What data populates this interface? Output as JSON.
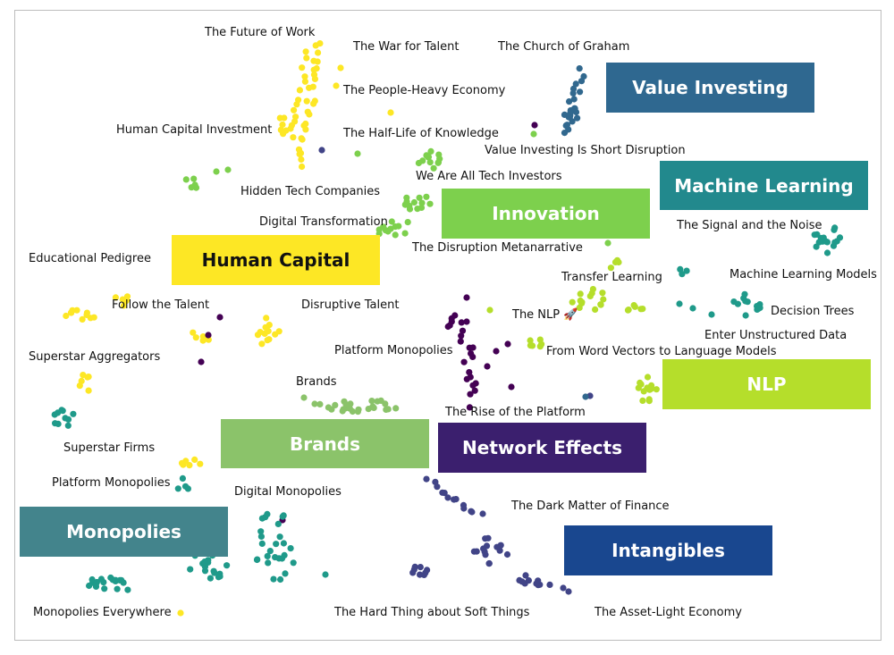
{
  "colors": {
    "value_investing": "#2f6890",
    "machine_learning": "#22898d",
    "innovation": "#7dd04d",
    "human_capital": "#fde725",
    "nlp": "#b5de2b",
    "brands": "#8bc36a",
    "network_effects": "#3b1f6e",
    "monopolies": "#43848c",
    "intangibles": "#19478f",
    "teal": "#1f9a8a",
    "purple": "#440154",
    "indigo": "#414487",
    "navy": "#31688e"
  },
  "chart_data": {
    "type": "scatter",
    "title": "",
    "xlabel": "",
    "ylabel": "",
    "grid": false,
    "legend": "none",
    "clusters": [
      {
        "key": "value_investing",
        "label": "Value Investing"
      },
      {
        "key": "machine_learning",
        "label": "Machine Learning"
      },
      {
        "key": "innovation",
        "label": "Innovation"
      },
      {
        "key": "human_capital",
        "label": "Human Capital"
      },
      {
        "key": "nlp",
        "label": "NLP"
      },
      {
        "key": "brands",
        "label": "Brands"
      },
      {
        "key": "network_effects",
        "label": "Network Effects"
      },
      {
        "key": "monopolies",
        "label": "Monopolies"
      },
      {
        "key": "intangibles",
        "label": "Intangibles"
      }
    ],
    "annotations": [
      "The Future of Work",
      "The War for Talent",
      "The Church of Graham",
      "The People-Heavy Economy",
      "Human Capital Investment",
      "The Half-Life of Knowledge",
      "Value Investing Is Short Disruption",
      "We Are All Tech Investors",
      "Hidden Tech Companies",
      "Digital Transformation",
      "The Signal and the Noise",
      "The Disruption Metanarrative",
      "Educational Pedigree",
      "Transfer Learning",
      "Machine Learning Models",
      "Follow the Talent",
      "Disruptive Talent",
      "Decision Trees",
      "The NLP 🚀",
      "Enter Unstructured Data",
      "Platform Monopolies",
      "From Word Vectors to Language Models",
      "Superstar Aggregators",
      "Brands",
      "The Rise of the Platform",
      "Superstar Firms",
      "Platform Monopolies",
      "Digital Monopolies",
      "The Dark Matter of Finance",
      "Monopolies Everywhere",
      "The Hard Thing about Soft Things",
      "The Asset-Light Economy"
    ]
  }
}
